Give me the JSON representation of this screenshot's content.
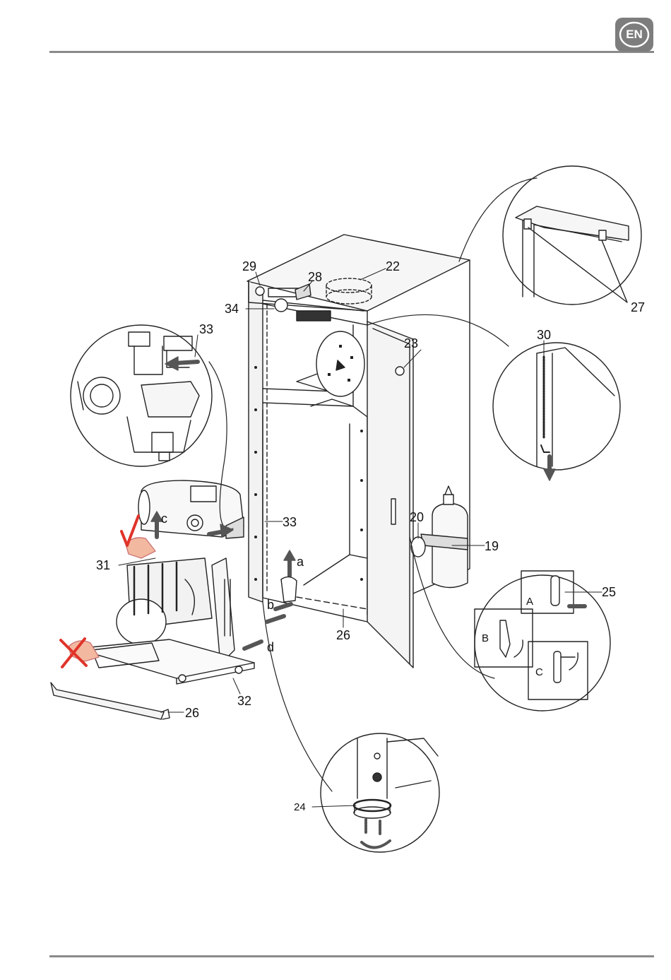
{
  "header": {
    "language_badge": "EN"
  },
  "callouts": {
    "c19": "19",
    "c20": "20",
    "c22": "22",
    "c23": "23",
    "c24": "24",
    "c25": "25",
    "c26a": "26",
    "c26b": "26",
    "c27": "27",
    "c28": "28",
    "c29": "29",
    "c30": "30",
    "c31": "31",
    "c32": "32",
    "c33a": "33",
    "c33b": "33",
    "c34": "34"
  },
  "steps": {
    "a": "a",
    "b": "b",
    "c": "c",
    "d": "d"
  },
  "detail_labels": {
    "A": "A",
    "B": "B",
    "C": "C"
  },
  "colors": {
    "check_mark": "#e0342a",
    "cross_mark": "#e0342a",
    "line": "#222222",
    "badge": "#7d7d7d"
  }
}
